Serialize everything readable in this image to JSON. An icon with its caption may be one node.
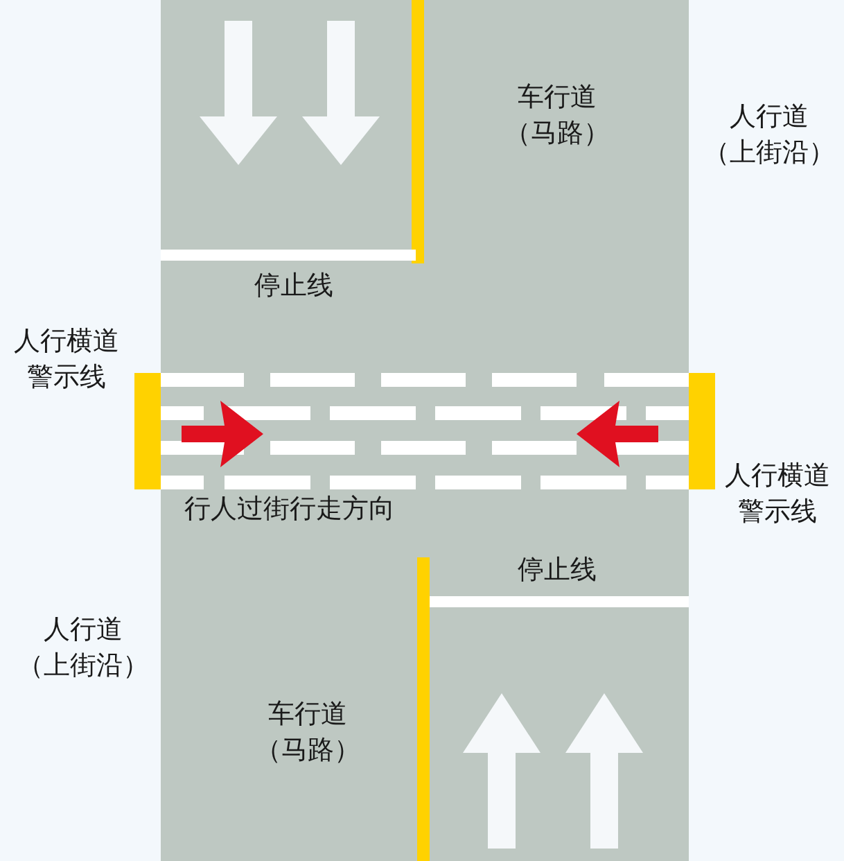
{
  "diagram": {
    "labels": [
      "车行道（马路）",
      "人行道（上街沿）",
      "停止线",
      "人行横道警示线",
      "人行横道警示线",
      "行人过街行走方向",
      "停止线",
      "人行道（上街沿）",
      "车行道（马路）"
    ]
  }
}
